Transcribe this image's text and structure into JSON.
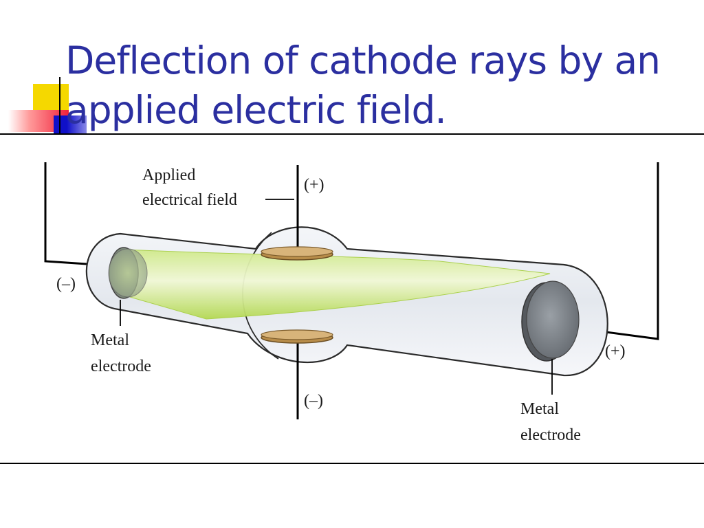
{
  "slide": {
    "title_line1": "Deflection of cathode rays by an",
    "title_line2": "applied electric field."
  },
  "diagram": {
    "labels": {
      "field_line1": "Applied",
      "field_line2": "electrical field",
      "top_plate_sign": "(+)",
      "bottom_plate_sign": "(–)",
      "cathode_sign": "(–)",
      "anode_sign": "(+)",
      "left_electrode_line1": "Metal",
      "left_electrode_line2": "electrode",
      "right_electrode_line1": "Metal",
      "right_electrode_line2": "electrode"
    }
  },
  "colors": {
    "title": "#2b2fa0",
    "beam": "#b8dd5a",
    "plate": "#c9a66b",
    "glass": "#dde3ea",
    "electrode": "#7a7f85"
  }
}
